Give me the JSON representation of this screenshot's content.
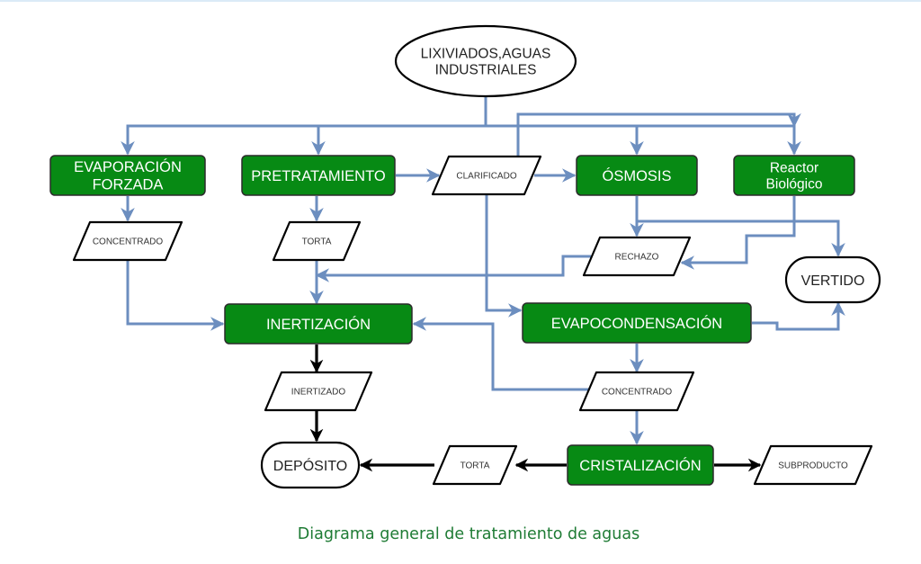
{
  "colors": {
    "process_fill": "#078a14",
    "process_border": "#2b2b2b",
    "process_text": "#ffffff",
    "flow_blue": "#6c8ebf",
    "flow_black": "#000000",
    "io_border": "#000000",
    "caption": "#1e7b34"
  },
  "nodes": {
    "source": {
      "type": "ellipse",
      "lines": [
        "LIXIVIADOS,AGUAS",
        "INDUSTRIALES"
      ]
    },
    "evaporacion": {
      "type": "process",
      "lines": [
        "EVAPORACIÓN",
        "FORZADA"
      ]
    },
    "pretratamiento": {
      "type": "process",
      "lines": [
        "PRETRATAMIENTO"
      ]
    },
    "clarificado": {
      "type": "io",
      "lines": [
        "CLARIFICADO"
      ]
    },
    "osmosis": {
      "type": "process",
      "lines": [
        "ÓSMOSIS"
      ]
    },
    "reactor": {
      "type": "process",
      "lines": [
        "Reactor",
        "Biológico"
      ]
    },
    "concentrado1": {
      "type": "io",
      "lines": [
        "CONCENTRADO"
      ]
    },
    "torta1": {
      "type": "io",
      "lines": [
        "TORTA"
      ]
    },
    "rechazo": {
      "type": "io",
      "lines": [
        "RECHAZO"
      ]
    },
    "vertido": {
      "type": "terminal",
      "lines": [
        "VERTIDO"
      ]
    },
    "inertizacion": {
      "type": "process",
      "lines": [
        "INERTIZACIÓN"
      ]
    },
    "evapocondensacion": {
      "type": "process",
      "lines": [
        "EVAPOCONDENSACIÓN"
      ]
    },
    "inertizado": {
      "type": "io",
      "lines": [
        "INERTIZADO"
      ]
    },
    "concentrado2": {
      "type": "io",
      "lines": [
        "CONCENTRADO"
      ]
    },
    "deposito": {
      "type": "terminal",
      "lines": [
        "DEPÓSITO"
      ]
    },
    "torta2": {
      "type": "io",
      "lines": [
        "TORTA"
      ]
    },
    "cristalizacion": {
      "type": "process",
      "lines": [
        "CRISTALIZACIÓN"
      ]
    },
    "subproducto": {
      "type": "io",
      "lines": [
        "SUBPRODUCTO"
      ]
    }
  },
  "edges": [
    {
      "from": "source",
      "to": "evaporacion",
      "color": "blue"
    },
    {
      "from": "source",
      "to": "pretratamiento",
      "color": "blue"
    },
    {
      "from": "source",
      "to": "osmosis",
      "color": "blue"
    },
    {
      "from": "source",
      "to": "reactor",
      "color": "blue"
    },
    {
      "from": "pretratamiento",
      "to": "clarificado",
      "color": "blue"
    },
    {
      "from": "clarificado",
      "to": "osmosis",
      "color": "blue"
    },
    {
      "from": "clarificado",
      "to": "reactor",
      "color": "blue"
    },
    {
      "from": "clarificado",
      "to": "evapocondensacion",
      "color": "blue"
    },
    {
      "from": "evaporacion",
      "to": "concentrado1",
      "color": "blue"
    },
    {
      "from": "concentrado1",
      "to": "inertizacion",
      "color": "blue"
    },
    {
      "from": "pretratamiento",
      "to": "torta1",
      "color": "blue"
    },
    {
      "from": "torta1",
      "to": "inertizacion",
      "color": "blue"
    },
    {
      "from": "osmosis",
      "to": "rechazo",
      "color": "blue"
    },
    {
      "from": "osmosis",
      "to": "vertido",
      "color": "blue"
    },
    {
      "from": "reactor",
      "to": "rechazo",
      "color": "blue"
    },
    {
      "from": "rechazo",
      "to": "inertizacion",
      "color": "blue"
    },
    {
      "from": "evapocondensacion",
      "to": "vertido",
      "color": "blue"
    },
    {
      "from": "evapocondensacion",
      "to": "concentrado2",
      "color": "blue"
    },
    {
      "from": "concentrado2",
      "to": "inertizacion",
      "color": "blue"
    },
    {
      "from": "concentrado2",
      "to": "cristalizacion",
      "color": "blue"
    },
    {
      "from": "inertizacion",
      "to": "inertizado",
      "color": "black"
    },
    {
      "from": "inertizado",
      "to": "deposito",
      "color": "black"
    },
    {
      "from": "cristalizacion",
      "to": "torta2",
      "color": "black"
    },
    {
      "from": "torta2",
      "to": "deposito",
      "color": "black"
    },
    {
      "from": "cristalizacion",
      "to": "subproducto",
      "color": "black"
    }
  ],
  "caption": "Diagrama general de tratamiento de aguas"
}
